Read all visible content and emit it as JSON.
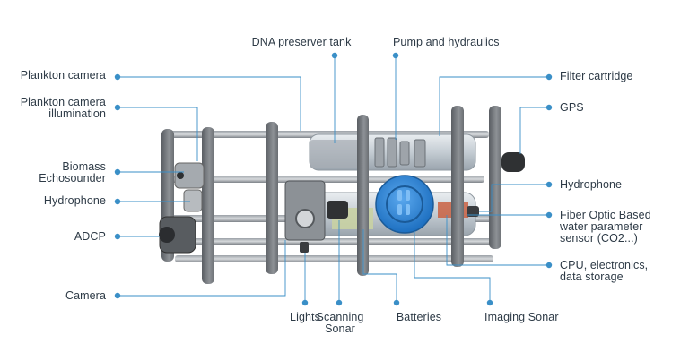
{
  "colors": {
    "accent": "#3a8fc7",
    "text": "#2d3a46",
    "sonar_blue": "#2f86d6",
    "frame": "#6f7378"
  },
  "labels": {
    "plankton_camera": "Plankton camera",
    "plankton_illumination": "Plankton camera\nillumination",
    "biomass_echosounder": "Biomass\nEchosounder",
    "hydrophone_left": "Hydrophone",
    "adcp": "ADCP",
    "camera": "Camera",
    "dna_tank": "DNA preserver tank",
    "pump_hydraulics": "Pump and hydraulics",
    "filter_cartridge": "Filter cartridge",
    "gps": "GPS",
    "hydrophone_right": "Hydrophone",
    "fiber_optic": "Fiber Optic Based\nwater parameter\nsensor (CO2...)",
    "cpu": "CPU, electronics,\ndata storage",
    "lights": "Lights",
    "scanning_sonar": "Scanning\nSonar",
    "batteries": "Batteries",
    "imaging_sonar": "Imaging Sonar"
  }
}
